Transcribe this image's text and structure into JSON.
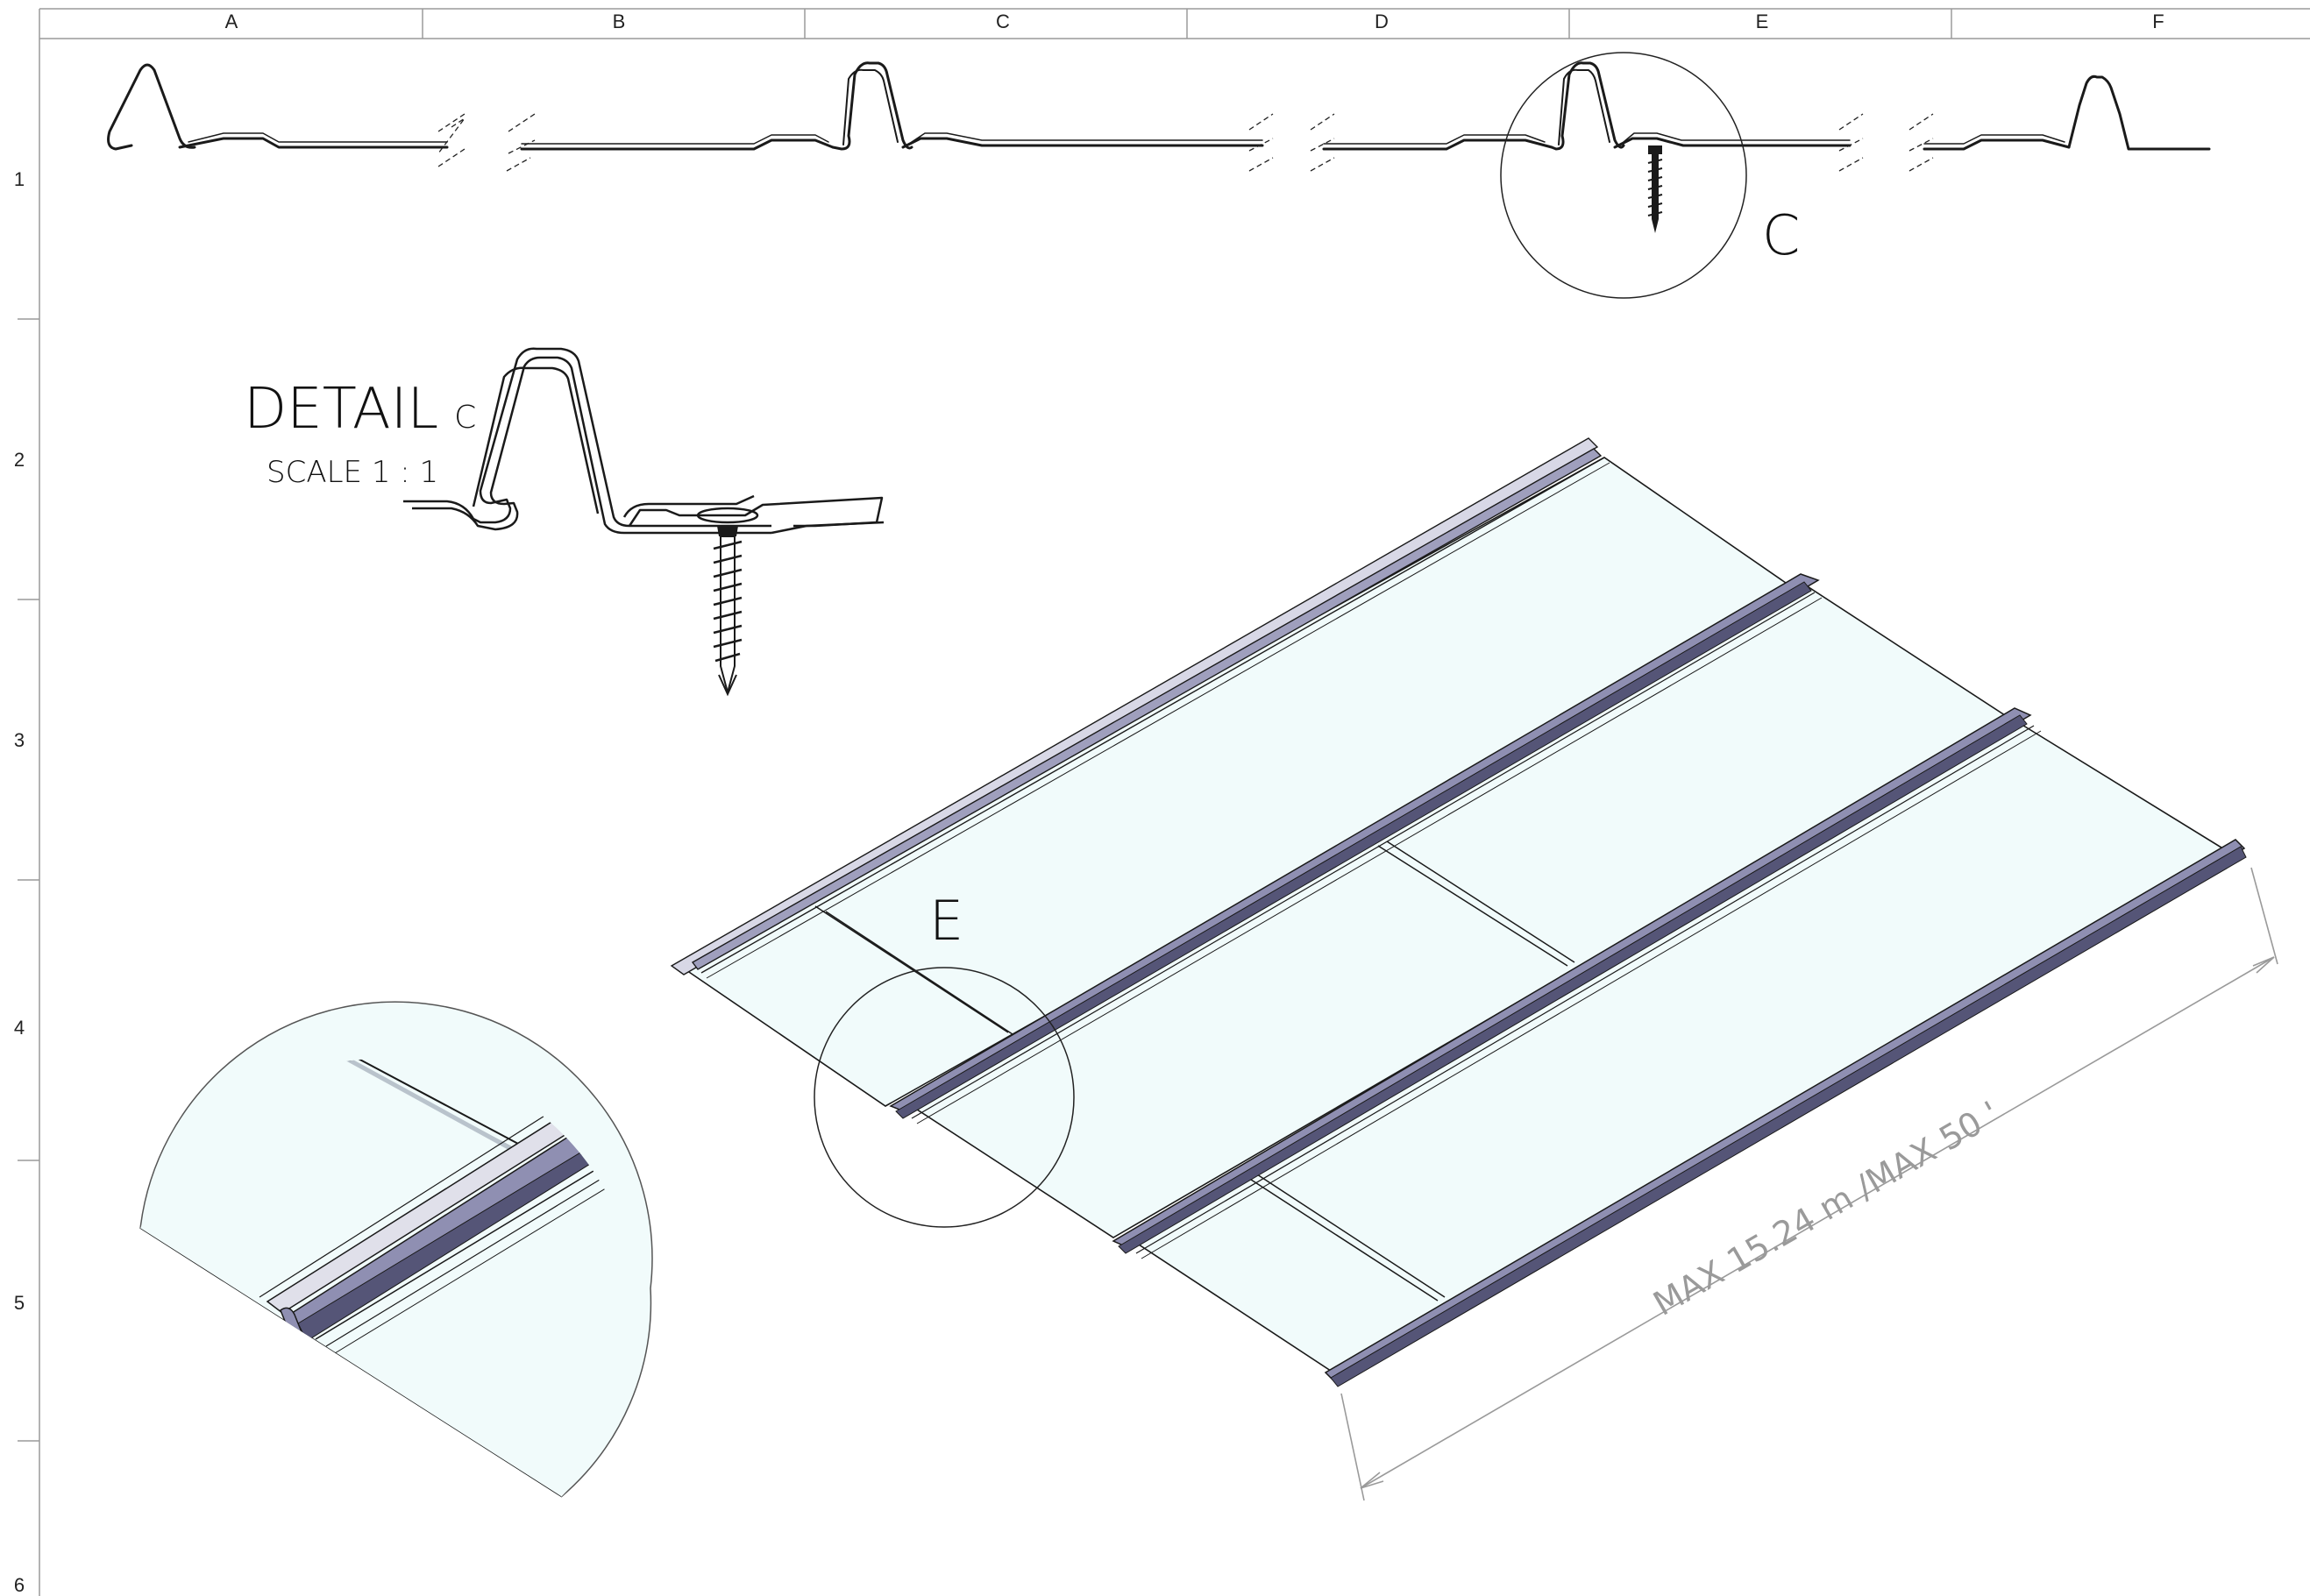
{
  "drawing": {
    "columns": [
      "A",
      "B",
      "C",
      "D",
      "E",
      "F"
    ],
    "rows": [
      "1",
      "2",
      "3",
      "4",
      "5",
      "6"
    ]
  },
  "detail_c": {
    "title_main": "DETAIL",
    "title_letter": "C",
    "scale": "SCALE 1 : 1"
  },
  "callouts": {
    "c": "C",
    "e": "E"
  },
  "dimension": {
    "length": "MAX 15.24 m /MAX 50 '"
  },
  "colors": {
    "line": "#1a1a1a",
    "panel_fill": "#f1fbfb",
    "rib_fill": "#8f8fb2",
    "rib_dark": "#555577",
    "dim_line": "#9a9a9a"
  }
}
